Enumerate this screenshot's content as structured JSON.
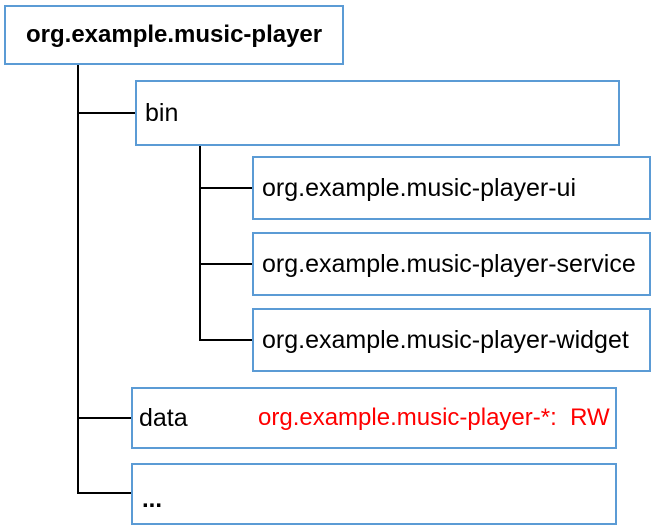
{
  "tree": {
    "root_label": "org.example.music-player",
    "bin_label": "bin",
    "bin_children": [
      "org.example.music-player-ui",
      "org.example.music-player-service",
      "org.example.music-player-widget"
    ],
    "data_label": "data",
    "data_permission": "org.example.music-player-*:  RW",
    "more_label": "..."
  },
  "colors": {
    "box_border": "#5B9BD5",
    "connector_line": "#000000",
    "label_text": "#000000",
    "permission_text": "#FF0000",
    "background": "#FFFFFF"
  }
}
